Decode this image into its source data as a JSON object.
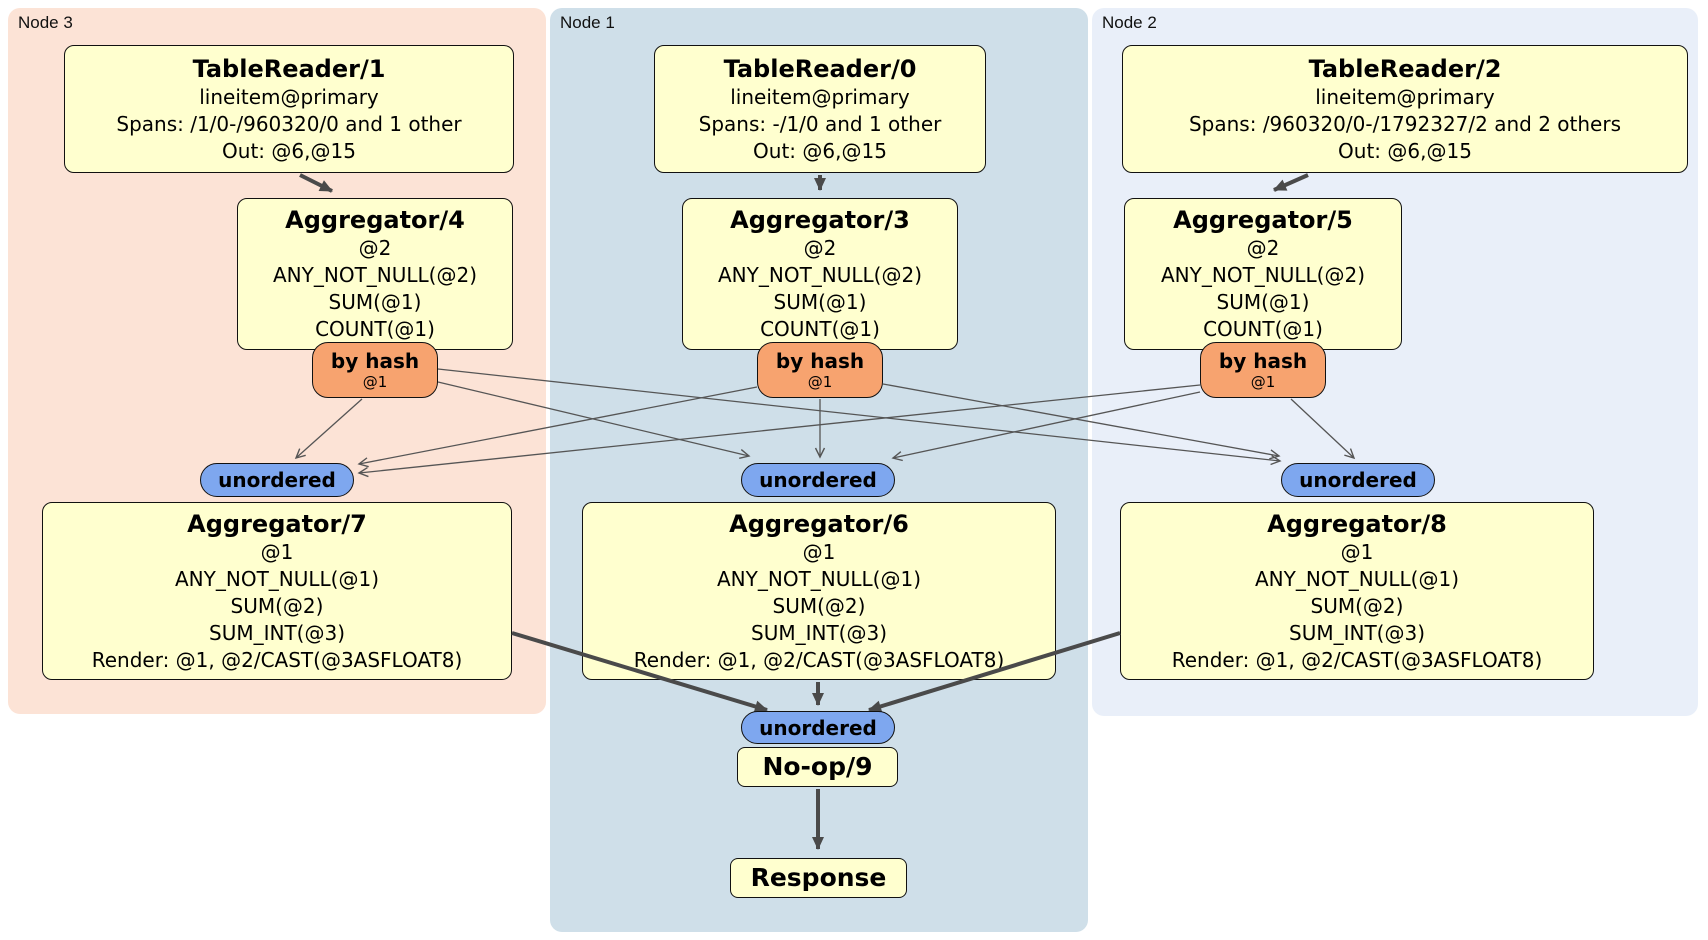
{
  "regions": [
    {
      "label": "Node 3",
      "color": "#fce3d6"
    },
    {
      "label": "Node 1",
      "color": "#cfdfe9"
    },
    {
      "label": "Node 2",
      "color": "#e9eff9"
    }
  ],
  "processors": {
    "tr1": {
      "title": "TableReader/1",
      "lines": [
        "lineitem@primary",
        "Spans: /1/0-/960320/0 and 1 other",
        "Out: @6,@15"
      ]
    },
    "tr0": {
      "title": "TableReader/0",
      "lines": [
        "lineitem@primary",
        "Spans: -/1/0 and 1 other",
        "Out: @6,@15"
      ]
    },
    "tr2": {
      "title": "TableReader/2",
      "lines": [
        "lineitem@primary",
        "Spans: /960320/0-/1792327/2 and 2 others",
        "Out: @6,@15"
      ]
    },
    "agg4": {
      "title": "Aggregator/4",
      "lines": [
        "@2",
        "ANY_NOT_NULL(@2)",
        "SUM(@1)",
        "COUNT(@1)"
      ]
    },
    "agg3": {
      "title": "Aggregator/3",
      "lines": [
        "@2",
        "ANY_NOT_NULL(@2)",
        "SUM(@1)",
        "COUNT(@1)"
      ]
    },
    "agg5": {
      "title": "Aggregator/5",
      "lines": [
        "@2",
        "ANY_NOT_NULL(@2)",
        "SUM(@1)",
        "COUNT(@1)"
      ]
    },
    "agg7": {
      "title": "Aggregator/7",
      "lines": [
        "@1",
        "ANY_NOT_NULL(@1)",
        "SUM(@2)",
        "SUM_INT(@3)",
        "Render: @1, @2/CAST(@3ASFLOAT8)"
      ]
    },
    "agg6": {
      "title": "Aggregator/6",
      "lines": [
        "@1",
        "ANY_NOT_NULL(@1)",
        "SUM(@2)",
        "SUM_INT(@3)",
        "Render: @1, @2/CAST(@3ASFLOAT8)"
      ]
    },
    "agg8": {
      "title": "Aggregator/8",
      "lines": [
        "@1",
        "ANY_NOT_NULL(@1)",
        "SUM(@2)",
        "SUM_INT(@3)",
        "Render: @1, @2/CAST(@3ASFLOAT8)"
      ]
    },
    "noop": {
      "title": "No-op/9"
    },
    "response": {
      "title": "Response"
    }
  },
  "router": {
    "label": "by hash",
    "sub": "@1"
  },
  "sync": {
    "label": "unordered"
  },
  "colors": {
    "box_fill": "#ffffcf",
    "router_fill": "#f7a36f",
    "sync_fill": "#7ea7ef",
    "edge_thick": "#4a4a4a",
    "edge_thin": "#555555",
    "node3_bg": "#fce3d6",
    "node1_bg": "#cfdfe9",
    "node2_bg": "#e9eff9"
  }
}
